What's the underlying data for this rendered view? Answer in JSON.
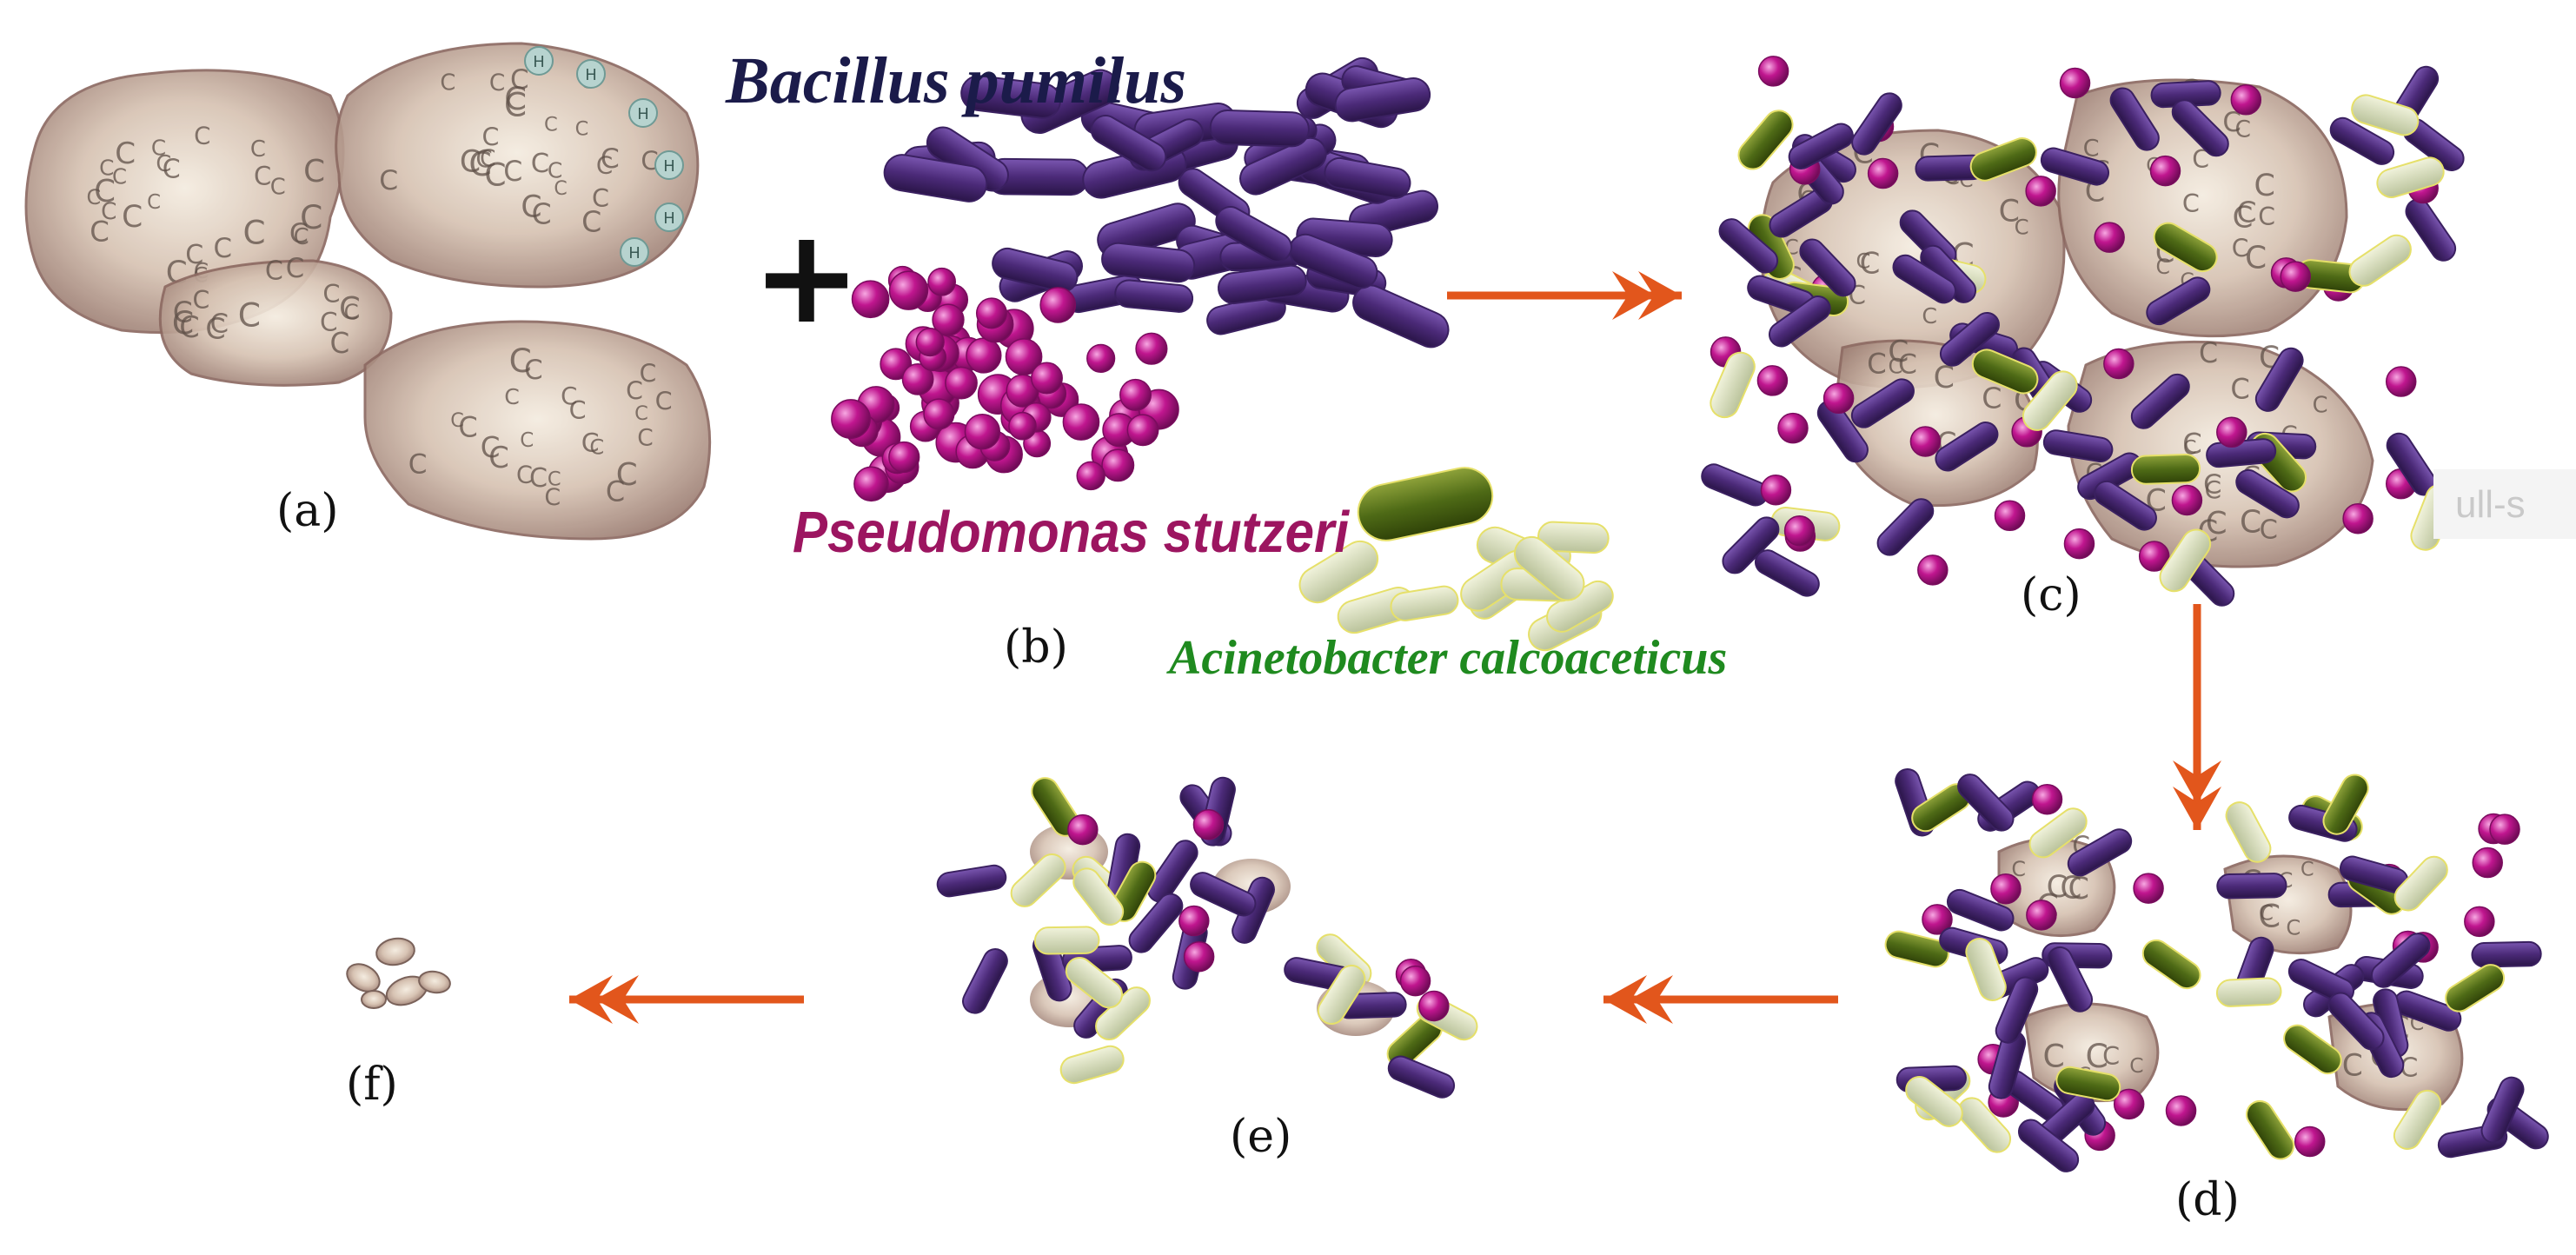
{
  "labels": {
    "a": "(a)",
    "b": "(b)",
    "c": "(c)",
    "d": "(d)",
    "e": "(e)",
    "f": "(f)"
  },
  "species": {
    "bacillus": "Bacillus pumilus",
    "pseudomonas": "Pseudomonas stutzeri",
    "acinetobacter": "Acinetobacter calcoaceticus"
  },
  "operator": "+",
  "carbon_symbol": "C",
  "hydrogen_symbol": "H",
  "side_tab_text": "ull-s",
  "colors": {
    "bacillus": "#4b2a78",
    "pseudomonas": "#c0168f",
    "acinetobacter_body": "#5e7a1c",
    "acinetobacter_rim": "#e6e06a",
    "arrow": "#e2561c",
    "soil": "#b79d8a",
    "green_text": "#1f8a1f",
    "magenta_text": "#9c1560",
    "navy_text": "#1b1b4a"
  }
}
